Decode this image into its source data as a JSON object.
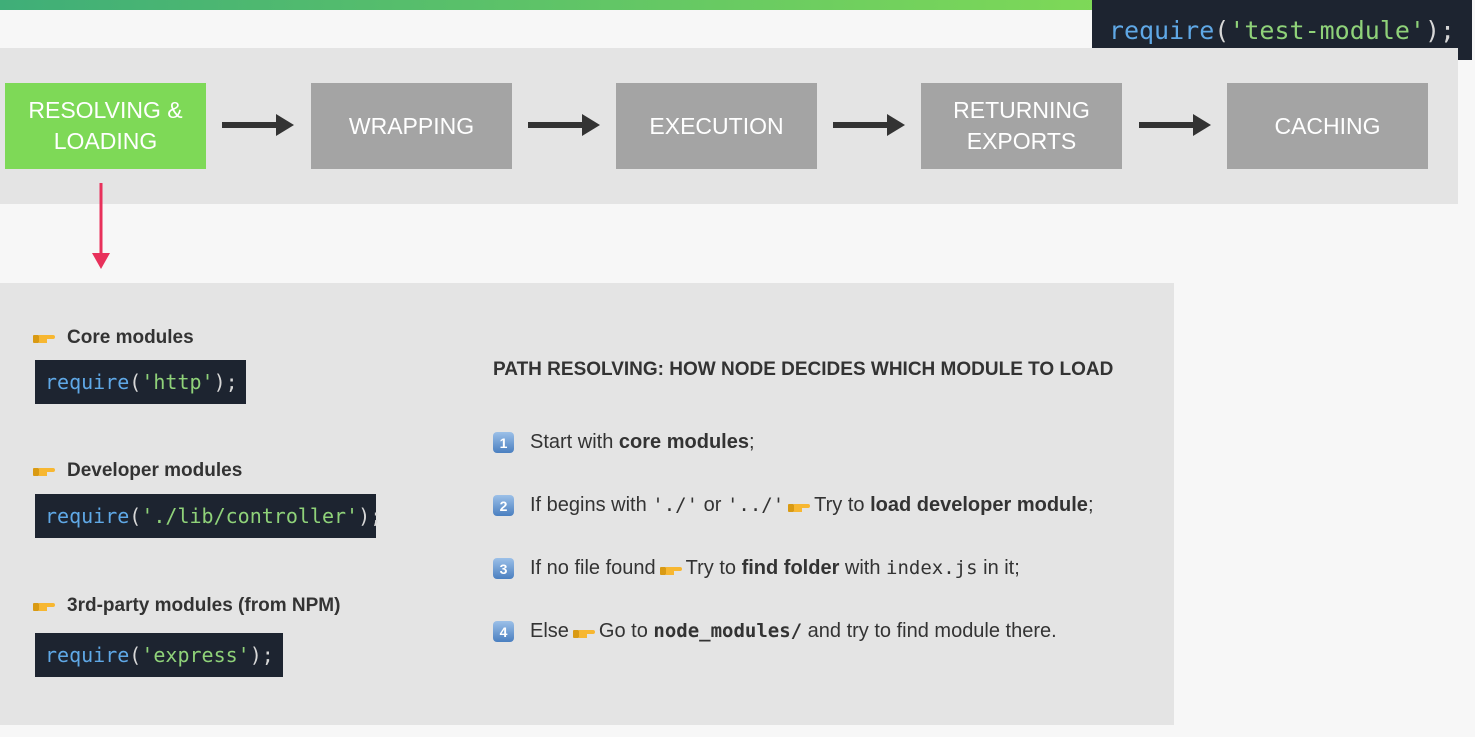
{
  "header_code": {
    "fn": "require",
    "open": "(",
    "arg": "'test-module'",
    "close": ");"
  },
  "steps": [
    {
      "label": "RESOLVING &\nLOADING",
      "active": true
    },
    {
      "label": "WRAPPING",
      "active": false
    },
    {
      "label": "EXECUTION",
      "active": false
    },
    {
      "label": "RETURNING\nEXPORTS",
      "active": false
    },
    {
      "label": "CACHING",
      "active": false
    }
  ],
  "modules": [
    {
      "label": "Core modules",
      "code": {
        "fn": "require",
        "open": "(",
        "arg": "'http'",
        "close": ");"
      }
    },
    {
      "label": "Developer modules",
      "code": {
        "fn": "require",
        "open": "(",
        "arg": "'./lib/controller'",
        "close": ");"
      }
    },
    {
      "label": "3rd-party modules (from NPM)",
      "code": {
        "fn": "require",
        "open": "(",
        "arg": "'express'",
        "close": ");"
      }
    }
  ],
  "path_resolving": {
    "title": "PATH RESOLVING: HOW NODE DECIDES WHICH MODULE TO LOAD",
    "rules": [
      {
        "num": "1",
        "t1": "Start with ",
        "b1": "core modules",
        "t2": ";"
      },
      {
        "num": "2",
        "t1": "If begins with ",
        "m1": "'./'",
        "t2": " or ",
        "m2": "'../'",
        "t3": "Try to ",
        "b1": "load developer module",
        "t4": ";"
      },
      {
        "num": "3",
        "t1": "If no file found",
        "t2": "Try to ",
        "b1": "find folder",
        "t3": " with ",
        "m1": "index.js",
        "t4": " in it;"
      },
      {
        "num": "4",
        "t1": "Else",
        "t2": "Go to ",
        "m1": "node_modules/",
        "t3": " and try to find module there."
      }
    ]
  },
  "colors": {
    "active_step": "#7ed957",
    "inactive_step": "#a4a4a4",
    "down_arrow": "#e8315b",
    "code_bg": "#1d2430"
  },
  "icons": {
    "pointer": "pointing-hand-icon",
    "arrow": "right-arrow-icon"
  }
}
